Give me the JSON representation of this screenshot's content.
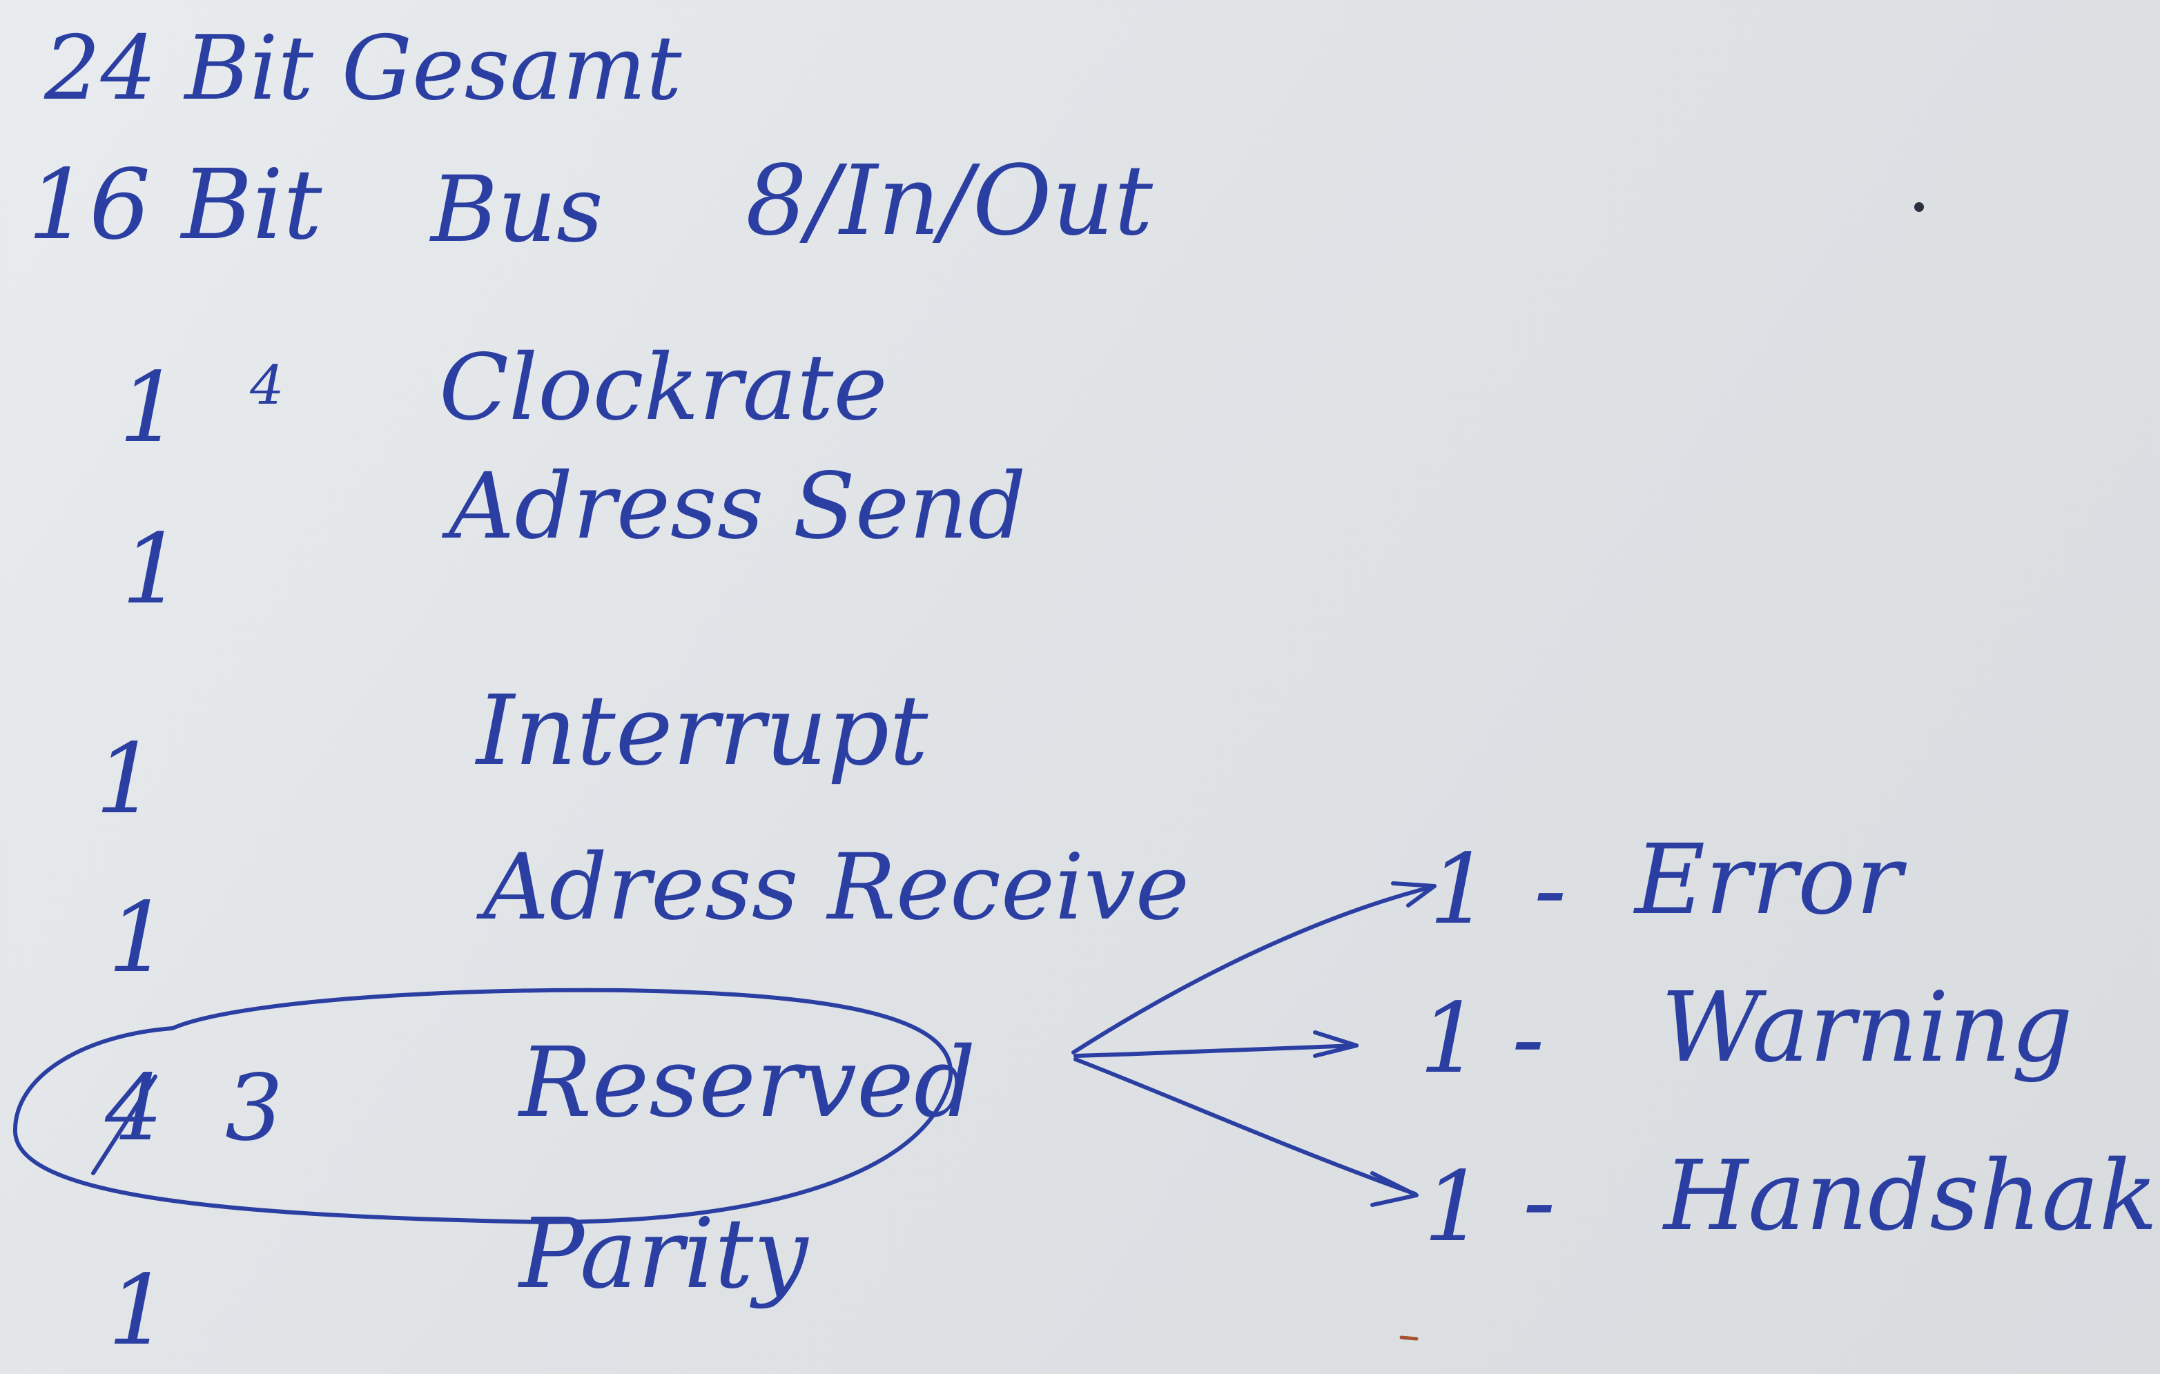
{
  "colors": {
    "paper": "#e2e6e9",
    "ink": "#2b3fa3"
  },
  "header": {
    "title": "24 Bit Gesamt",
    "bus_count": "16 Bit",
    "bus_label": "Bus",
    "bus_note": "8/In/Out"
  },
  "bit_rows": [
    {
      "count": "1",
      "marker": "4",
      "label": "Clockrate"
    },
    {
      "count": "1",
      "label": "Adress Send"
    },
    {
      "count": "1",
      "label": "Interrupt"
    },
    {
      "count": "1",
      "label": "Adress Receive"
    },
    {
      "count_struck": "4",
      "count": "3",
      "label": "Reserved"
    },
    {
      "count": "1",
      "label": "Parity"
    }
  ],
  "reserved_breakdown": [
    {
      "count": "1",
      "dash": "-",
      "label": "Error"
    },
    {
      "count": "1",
      "dash": "-",
      "label": "Warning"
    },
    {
      "count": "1",
      "dash": "-",
      "label": "Handshake"
    }
  ]
}
